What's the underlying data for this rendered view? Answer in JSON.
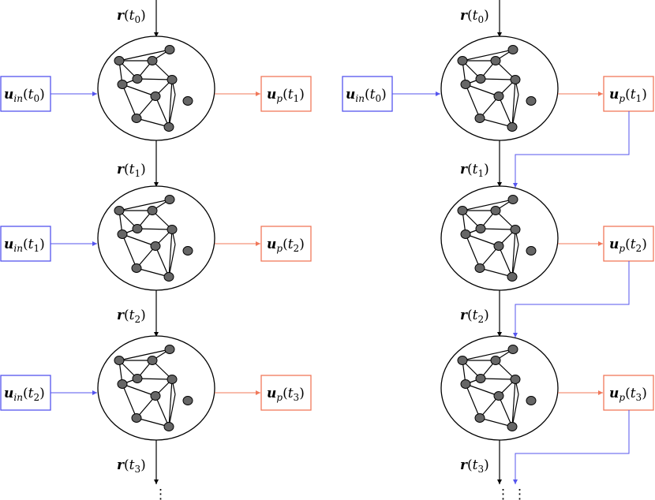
{
  "left": {
    "state_labels": [
      {
        "sym": "r",
        "open": "(",
        "var": "t",
        "sub": "0",
        "close": ")"
      },
      {
        "sym": "r",
        "open": "(",
        "var": "t",
        "sub": "1",
        "close": ")"
      },
      {
        "sym": "r",
        "open": "(",
        "var": "t",
        "sub": "2",
        "close": ")"
      },
      {
        "sym": "r",
        "open": "(",
        "var": "t",
        "sub": "3",
        "close": ")"
      }
    ],
    "inputs": [
      {
        "sym": "u",
        "lower": "in",
        "open": "(",
        "var": "t",
        "sub": "0",
        "close": ")"
      },
      {
        "sym": "u",
        "lower": "in",
        "open": "(",
        "var": "t",
        "sub": "1",
        "close": ")"
      },
      {
        "sym": "u",
        "lower": "in",
        "open": "(",
        "var": "t",
        "sub": "2",
        "close": ")"
      }
    ],
    "outputs": [
      {
        "sym": "u",
        "lower": "p",
        "open": "(",
        "var": "t",
        "sub": "1",
        "close": ")"
      },
      {
        "sym": "u",
        "lower": "p",
        "open": "(",
        "var": "t",
        "sub": "2",
        "close": ")"
      },
      {
        "sym": "u",
        "lower": "p",
        "open": "(",
        "var": "t",
        "sub": "3",
        "close": ")"
      }
    ],
    "continuation": "⋮"
  },
  "right": {
    "state_labels": [
      {
        "sym": "r",
        "open": "(",
        "var": "t",
        "sub": "0",
        "close": ")"
      },
      {
        "sym": "r",
        "open": "(",
        "var": "t",
        "sub": "1",
        "close": ")"
      },
      {
        "sym": "r",
        "open": "(",
        "var": "t",
        "sub": "2",
        "close": ")"
      },
      {
        "sym": "r",
        "open": "(",
        "var": "t",
        "sub": "3",
        "close": ")"
      }
    ],
    "inputs": [
      {
        "sym": "u",
        "lower": "in",
        "open": "(",
        "var": "t",
        "sub": "0",
        "close": ")"
      }
    ],
    "outputs": [
      {
        "sym": "u",
        "lower": "p",
        "open": "(",
        "var": "t",
        "sub": "1",
        "close": ")"
      },
      {
        "sym": "u",
        "lower": "p",
        "open": "(",
        "var": "t",
        "sub": "2",
        "close": ")"
      },
      {
        "sym": "u",
        "lower": "p",
        "open": "(",
        "var": "t",
        "sub": "3",
        "close": ")"
      }
    ],
    "continuation_state": "⋮",
    "continuation_feedback": "⋮"
  },
  "colors": {
    "input": "#5555ee",
    "output": "#f0785a",
    "node_fill": "#666666",
    "line": "#000000"
  },
  "icons": {
    "reservoir": "reservoir-network-icon"
  }
}
